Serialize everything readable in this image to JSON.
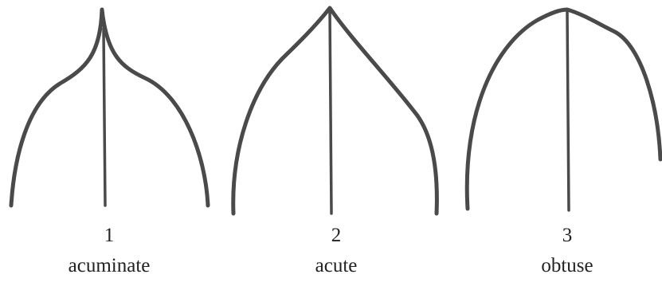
{
  "leaves": [
    {
      "number": "1",
      "name": "acuminate"
    },
    {
      "number": "2",
      "name": "acute"
    },
    {
      "number": "3",
      "name": "obtuse"
    }
  ],
  "colors": {
    "stroke": "#4a4a4a",
    "text": "#222222",
    "background": "#ffffff"
  }
}
